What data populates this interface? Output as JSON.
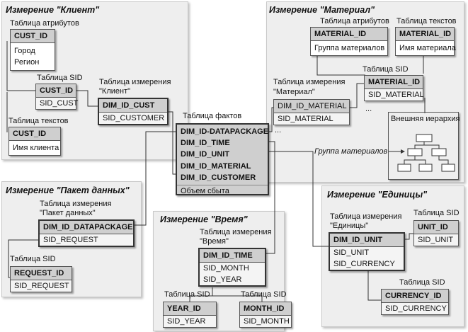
{
  "client": {
    "title": "Измерение \"Клиент\"",
    "attr_table_label": "Таблица атрибутов",
    "attr_table": {
      "key": "CUST_ID",
      "rows": [
        "Город",
        "Регион"
      ]
    },
    "sid_table_label": "Таблица SID",
    "sid_table": {
      "key": "CUST_ID",
      "row": "SID_CUST"
    },
    "text_table_label": "Таблица текстов",
    "text_table": {
      "key": "CUST_ID",
      "row": "Имя клиента"
    },
    "dim_table_label_1": "Таблица измерения",
    "dim_table_label_2": "\"Клиент\"",
    "dim_table": {
      "key": "DIM_ID_CUST",
      "row": "SID_CUSTOMER"
    }
  },
  "facts": {
    "label": "Таблица фактов",
    "keys": [
      "DIM_ID-DATAPACKAGE",
      "DIM_ID_TIME",
      "DIM_ID_UNIT",
      "DIM_ID_MATERIAL",
      "DIM_ID_CUSTOMER"
    ],
    "measure": "Объем сбыта"
  },
  "material": {
    "title": "Измерение \"Материал\"",
    "attr_table_label": "Таблица атрибутов",
    "attr_table": {
      "key": "MATERIAL_ID",
      "row": "Группа материалов"
    },
    "text_table_label": "Таблица текстов",
    "text_table": {
      "key": "MATERIAL_ID",
      "row": "Имя материала"
    },
    "sid_table_label": "Таблица SID",
    "sid_table": {
      "key": "MATERIAL_ID",
      "row": "SID_MATERIAL",
      "ellipsis": "..."
    },
    "dim_table_label_1": "Таблица измерения",
    "dim_table_label_2": "\"Материал\"",
    "dim_table": {
      "key": "DIM_ID_MATERIAL",
      "row": "SID_MATERIAL",
      "ellipsis": "..."
    },
    "hierarchy_label": "Внешняя иерархия",
    "group_label": "Группа материалов"
  },
  "datapackage": {
    "title": "Измерение \"Пакет данных\"",
    "dim_table_label_1": "Таблица измерения",
    "dim_table_label_2": "\"Пакет данных\"",
    "dim_table": {
      "key": "DIM_ID_DATAPACKAGE",
      "row": "SID_REQUEST"
    },
    "sid_table_label": "Таблица SID",
    "sid_table": {
      "key": "REQUEST_ID",
      "row": "SID_REQUEST"
    }
  },
  "time": {
    "title": "Измерение \"Время\"",
    "dim_table_label_1": "Таблица измерения",
    "dim_table_label_2": "\"Время\"",
    "dim_table": {
      "key": "DIM_ID_TIME",
      "rows": [
        "SID_MONTH",
        "SID_YEAR"
      ]
    },
    "sid_year_label": "Таблица SID",
    "sid_year": {
      "key": "YEAR_ID",
      "row": "SID_YEAR"
    },
    "sid_month_label": "Таблица SID",
    "sid_month": {
      "key": "MONTH_ID",
      "row": "SID_MONTH"
    }
  },
  "unit": {
    "title": "Измерение \"Единицы\"",
    "dim_table_label_1": "Таблица измерения",
    "dim_table_label_2": "\"Единицы\"",
    "dim_table": {
      "key": "DIM_ID_UNIT",
      "rows": [
        "SID_UNIT",
        "SID_CURRENCY"
      ]
    },
    "sid_unit_label": "Таблица SID",
    "sid_unit": {
      "key": "UNIT_ID",
      "row": "SID_UNIT"
    },
    "sid_currency_label": "Таблица SID",
    "sid_currency": {
      "key": "CURRENCY_ID",
      "row": "SID_CURRENCY"
    }
  }
}
